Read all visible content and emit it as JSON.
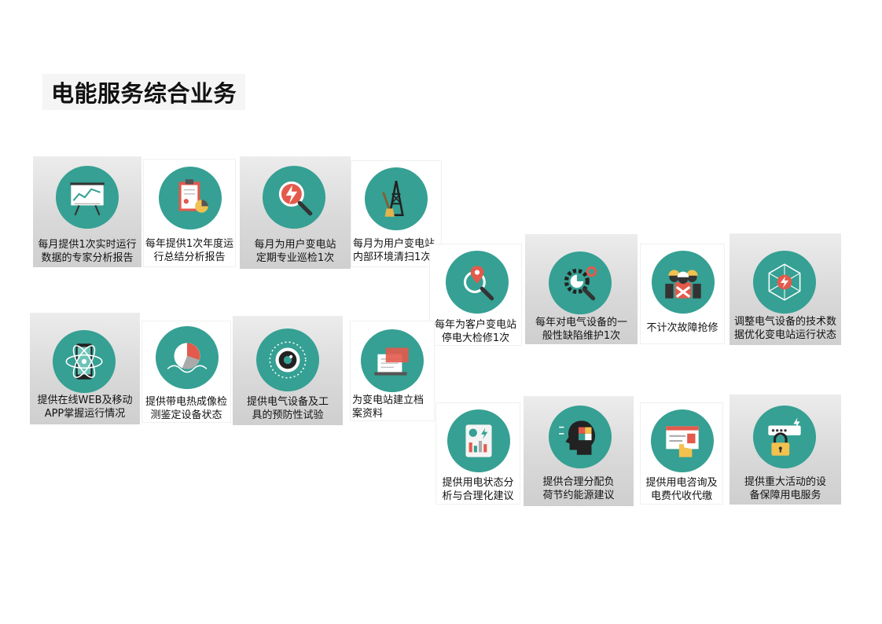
{
  "title": "电能服务综合业务",
  "services": [
    {
      "icon": "presentation-chart-icon",
      "line1": "每月提供1次实时运行",
      "line2": "数据的专家分析报告"
    },
    {
      "icon": "clipboard-report-icon",
      "line1": "每年提供1次年度运",
      "line2": "行总结分析报告"
    },
    {
      "icon": "magnifier-lightning-icon",
      "line1": "每月为用户变电站",
      "line2": "定期专业巡检1次"
    },
    {
      "icon": "tower-broom-icon",
      "line1": "每月为用户变电站",
      "line2": "内部环境清扫1次"
    },
    {
      "icon": "magnifier-pin-icon",
      "line1": "每年为客户变电站",
      "line2": "停电大检修1次"
    },
    {
      "icon": "gears-magnifier-icon",
      "line1": "每年对电气设备的一",
      "line2": "般性缺陷维护1次"
    },
    {
      "icon": "repair-workers-icon",
      "line1": "不计次故障抢修",
      "line2": ""
    },
    {
      "icon": "network-lightning-icon",
      "line1": "调整电气设备的技术数",
      "line2": "据优化变电站运行状态"
    },
    {
      "icon": "mobile-atom-icon",
      "line1": "提供在线WEB及移动",
      "line2": "APP掌握运行情况"
    },
    {
      "icon": "thermal-imaging-icon",
      "line1": "提供带电热成像检",
      "line2": "测鉴定设备状态"
    },
    {
      "icon": "eye-lens-icon",
      "line1": "提供电气设备及工",
      "line2": "具的预防性试验"
    },
    {
      "icon": "archive-documents-icon",
      "line1": "为变电站建立档",
      "line2": "案资料"
    },
    {
      "icon": "tablet-analysis-icon",
      "line1": "提供用电状态分",
      "line2": "析与合理化建议"
    },
    {
      "icon": "head-puzzle-icon",
      "line1": "提供合理分配负",
      "line2": "荷节约能源建议"
    },
    {
      "icon": "hand-browser-icon",
      "line1": "提供用电咨询及",
      "line2": "电费代收代缴"
    },
    {
      "icon": "lock-password-icon",
      "line1": "提供重大活动的设",
      "line2": "备保障用电服务"
    }
  ]
}
